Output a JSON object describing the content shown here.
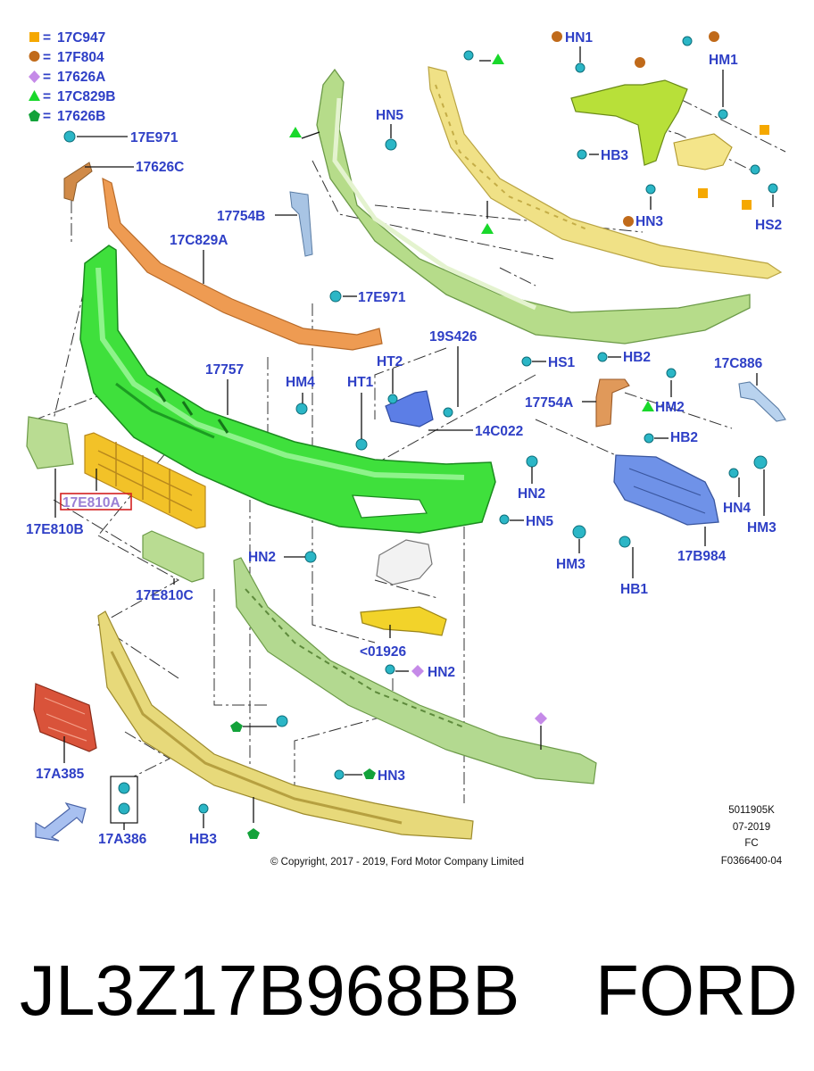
{
  "legend": [
    {
      "symbol": "square",
      "color": "#f5a800",
      "code": "17C947"
    },
    {
      "symbol": "circle",
      "color": "#c06a1a",
      "code": "17F804"
    },
    {
      "symbol": "diamond",
      "color": "#c58ae8",
      "code": "17626A"
    },
    {
      "symbol": "triangle",
      "color": "#19d82b",
      "code": "17C829B"
    },
    {
      "symbol": "pentagon",
      "color": "#13a23a",
      "code": "17626B"
    }
  ],
  "legend_sep": "=",
  "labels": {
    "l_17e971_a": "17E971",
    "l_17626c": "17626C",
    "l_17754b": "17754B",
    "l_17c829a": "17C829A",
    "l_17e971_b": "17E971",
    "l_hn5_top": "HN5",
    "l_hn1": "HN1",
    "l_hm1": "HM1",
    "l_hb3_top": "HB3",
    "l_hn3_top": "HN3",
    "l_hs2": "HS2",
    "l_17757": "17757",
    "l_hm4": "HM4",
    "l_ht2": "HT2",
    "l_ht1": "HT1",
    "l_19s426": "19S426",
    "l_14c022": "14C022",
    "l_hs1": "HS1",
    "l_hb2_a": "HB2",
    "l_17754a": "17754A",
    "l_hm2": "HM2",
    "l_17c886": "17C886",
    "l_hb2_b": "HB2",
    "l_17e810a": "17E810A",
    "l_17e810b": "17E810B",
    "l_hn2_a": "HN2",
    "l_hn5_mid": "HN5",
    "l_hn4": "HN4",
    "l_hm3_a": "HM3",
    "l_hm3_b": "HM3",
    "l_17b984": "17B984",
    "l_hb1": "HB1",
    "l_hn2_b": "HN2",
    "l_17e810c": "17E810C",
    "l_01926": "<01926",
    "l_hn2_c": "HN2",
    "l_17a385": "17A385",
    "l_hn3_bot": "HN3",
    "l_17a386": "17A386",
    "l_hb3_bot": "HB3"
  },
  "footer": {
    "copyright": "© Copyright, 2017 - 2019, Ford Motor Company Limited",
    "ref1": "5011905K",
    "ref2": "07-2019",
    "ref3": "FC",
    "ref4": "F0366400-04"
  },
  "caption": {
    "part_number": "JL3Z17B968BB",
    "brand": "FORD"
  },
  "colors": {
    "label_blue": "#2e3fc6",
    "bumper_green": "#3ee03a",
    "pale_green": "#b5d98a",
    "yellow": "#efe07a",
    "orange": "#ec9a50",
    "blue_part": "#6a8ee6",
    "highlight_red": "#d42020",
    "red_plate": "#d9533a"
  }
}
